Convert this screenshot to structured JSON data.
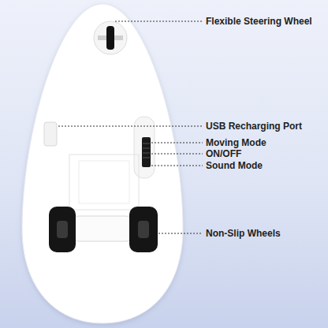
{
  "diagram": {
    "labels": [
      "Flexible Steering Wheel",
      "USB Recharging Port",
      "Moving Mode",
      "ON/OFF",
      "Sound Mode",
      "Non-Slip Wheels"
    ]
  }
}
